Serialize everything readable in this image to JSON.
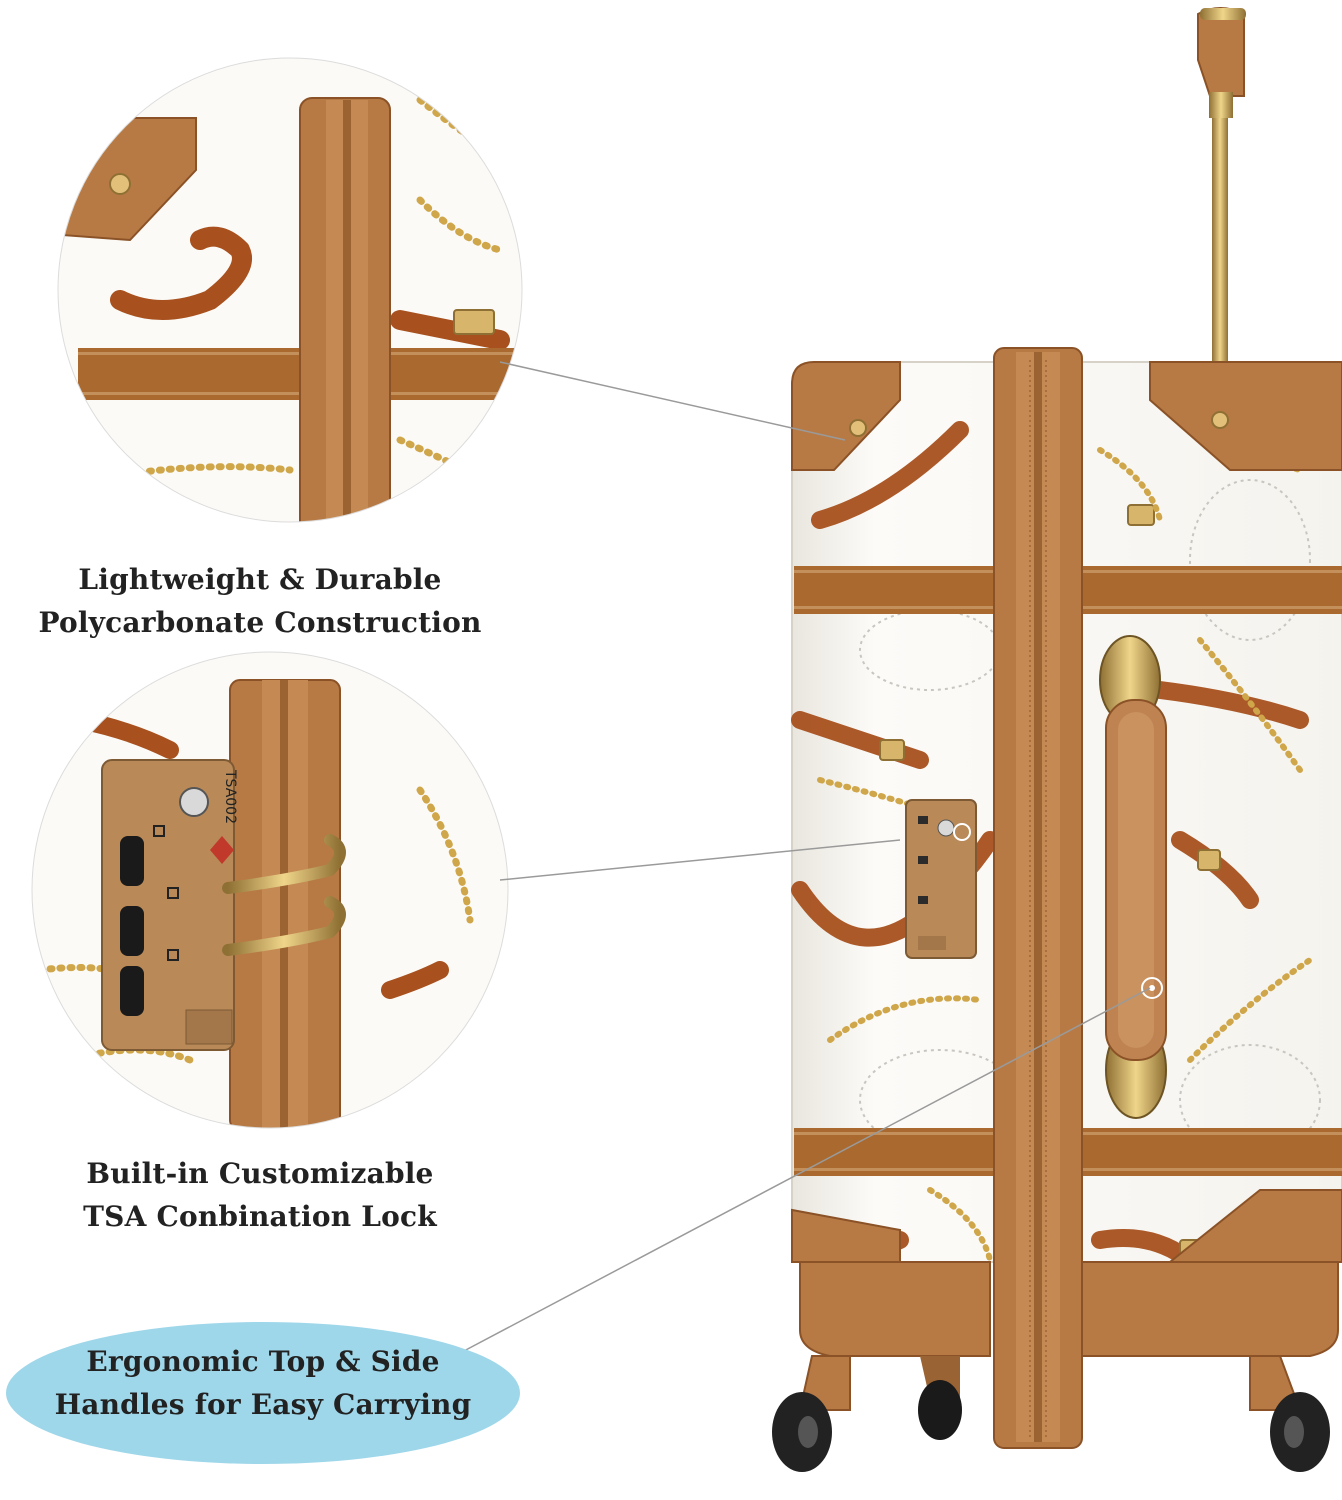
{
  "image": {
    "subject": "Hard-shell spinner suitcase with white chain-and-belt print and tan leather-look trim, side view with two circular detail insets",
    "colors": {
      "shell": "#fbfaf6",
      "trim": "#b77a45",
      "trim_dark": "#8a5226",
      "strap": "#a9692f",
      "belt_print": "#a8501e",
      "chain_gold": "#cfa64a",
      "metal": "#c9a550",
      "wheel": "#222222",
      "badge_bg": "#9fd7ea"
    }
  },
  "callouts": [
    {
      "lines": [
        "Lightweight & Durable",
        "Polycarbonate Construction"
      ],
      "icon": "corner-detail-inset"
    },
    {
      "lines": [
        "Built-in Customizable",
        "TSA Conbination Lock"
      ],
      "icon": "tsa-lock-inset"
    },
    {
      "lines": [
        "Ergonomic Top & Side",
        "Handles for Easy Carrying"
      ],
      "icon": "handle-badge"
    }
  ],
  "lock": {
    "model_label": "TSA002"
  }
}
